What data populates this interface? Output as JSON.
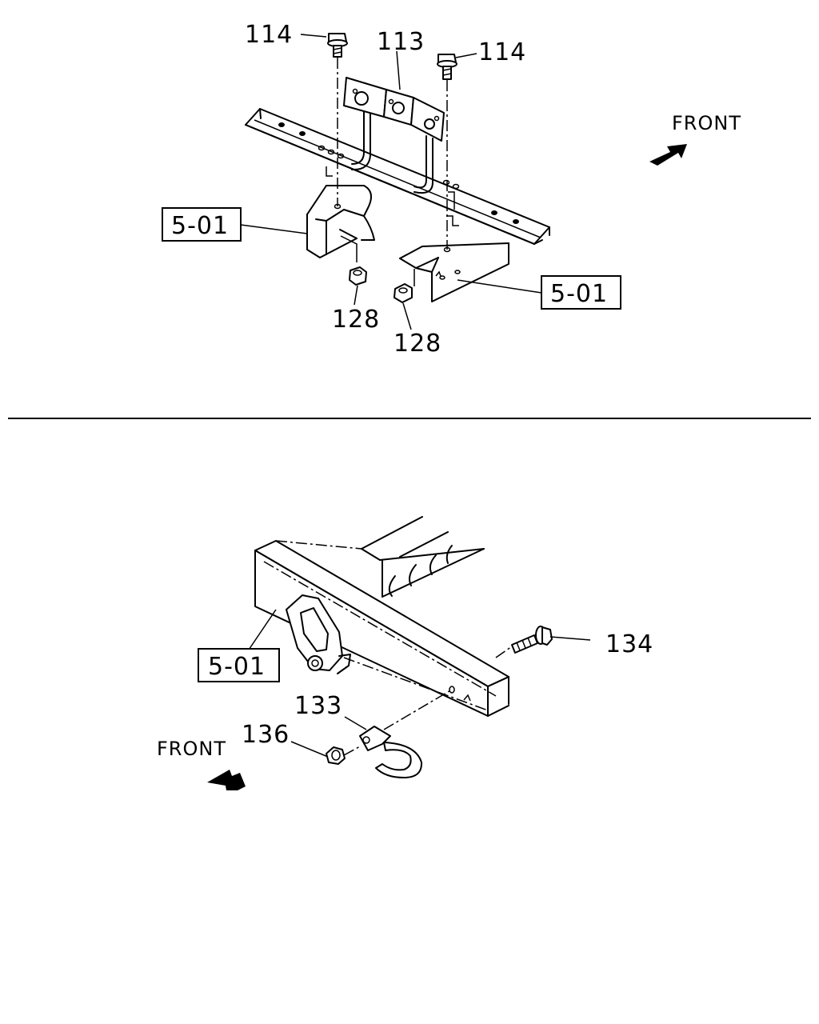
{
  "top_view": {
    "callouts": {
      "bolt_left": "114",
      "bracket": "113",
      "bolt_right": "114",
      "nut_left": "128",
      "nut_right": "128"
    },
    "refs": {
      "frame_left": "5-01",
      "frame_right": "5-01"
    },
    "front_label": "FRONT"
  },
  "bottom_view": {
    "callouts": {
      "bolt": "134",
      "hook": "133",
      "nut": "136"
    },
    "refs": {
      "frame": "5-01"
    },
    "front_label": "FRONT"
  }
}
